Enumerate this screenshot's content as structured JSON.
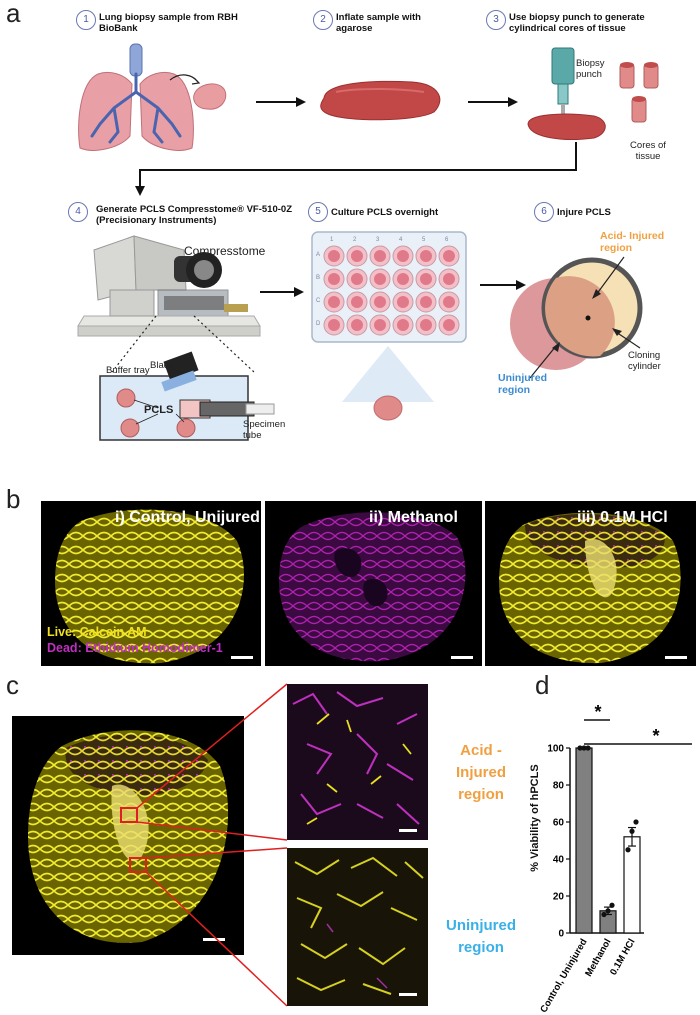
{
  "panel_letters": {
    "a": "a",
    "b": "b",
    "c": "c",
    "d": "d"
  },
  "panel_a": {
    "steps": [
      {
        "num": "1",
        "text": "Lung biopsy sample from RBH BioBank"
      },
      {
        "num": "2",
        "text": "Inflate sample with agarose"
      },
      {
        "num": "3",
        "text": "Use biopsy punch to generate cylindrical cores of tissue"
      },
      {
        "num": "4",
        "text": "Generate PCLS Compresstome® VF-510-0Z (Precisionary Instruments)"
      },
      {
        "num": "5",
        "text": "Culture PCLS overnight"
      },
      {
        "num": "6",
        "text": "Injure PCLS"
      }
    ],
    "labels": {
      "biopsy_punch": "Biopsy punch",
      "cores": "Cores of tissue",
      "compresstome": "Compresstome",
      "blade": "Blade",
      "buffer_tray": "Buffer tray",
      "pcls": "PCLS",
      "specimen_tube": "Specimen tube",
      "acid_injured": "Acid- Injured region",
      "cloning_cylinder": "Cloning cylinder",
      "uninjured": "Uninjured region"
    },
    "plate": {
      "cols": [
        "1",
        "2",
        "3",
        "4",
        "5",
        "6"
      ],
      "rows": [
        "A",
        "B",
        "C",
        "D"
      ]
    }
  },
  "panel_b": {
    "images": [
      {
        "title": "i) Control, Unijured"
      },
      {
        "title": "ii) Methanol"
      },
      {
        "title": "iii) 0.1M HCl"
      }
    ],
    "legend_live": "Live: Calcein AM",
    "legend_dead": "Dead: Ethidium Homodimer-1"
  },
  "panel_c": {
    "acid_label": "Acid - Injured region",
    "uninjured_label": "Uninjured region"
  },
  "colors": {
    "live": "#e8e020",
    "dead": "#b020b0",
    "acid_orange": "#f0a040",
    "uninjured_blue": "#3ab0e8",
    "step_blue": "#4a5aa6"
  },
  "chart_data": {
    "type": "bar",
    "categories": [
      "Control, Uninjured",
      "Methanol",
      "0.1M HCl"
    ],
    "values": [
      100,
      12,
      52
    ],
    "points": [
      [
        100,
        100,
        100
      ],
      [
        10,
        12,
        15
      ],
      [
        45,
        55,
        60
      ]
    ],
    "errors": [
      0,
      2,
      5
    ],
    "bar_colors": [
      "#808080",
      "#808080",
      "#ffffff"
    ],
    "ylabel": "%  Viability of hPCLS",
    "ylim": [
      0,
      100
    ],
    "yticks": [
      0,
      20,
      40,
      60,
      80,
      100
    ],
    "significance": [
      "*",
      "*"
    ]
  }
}
